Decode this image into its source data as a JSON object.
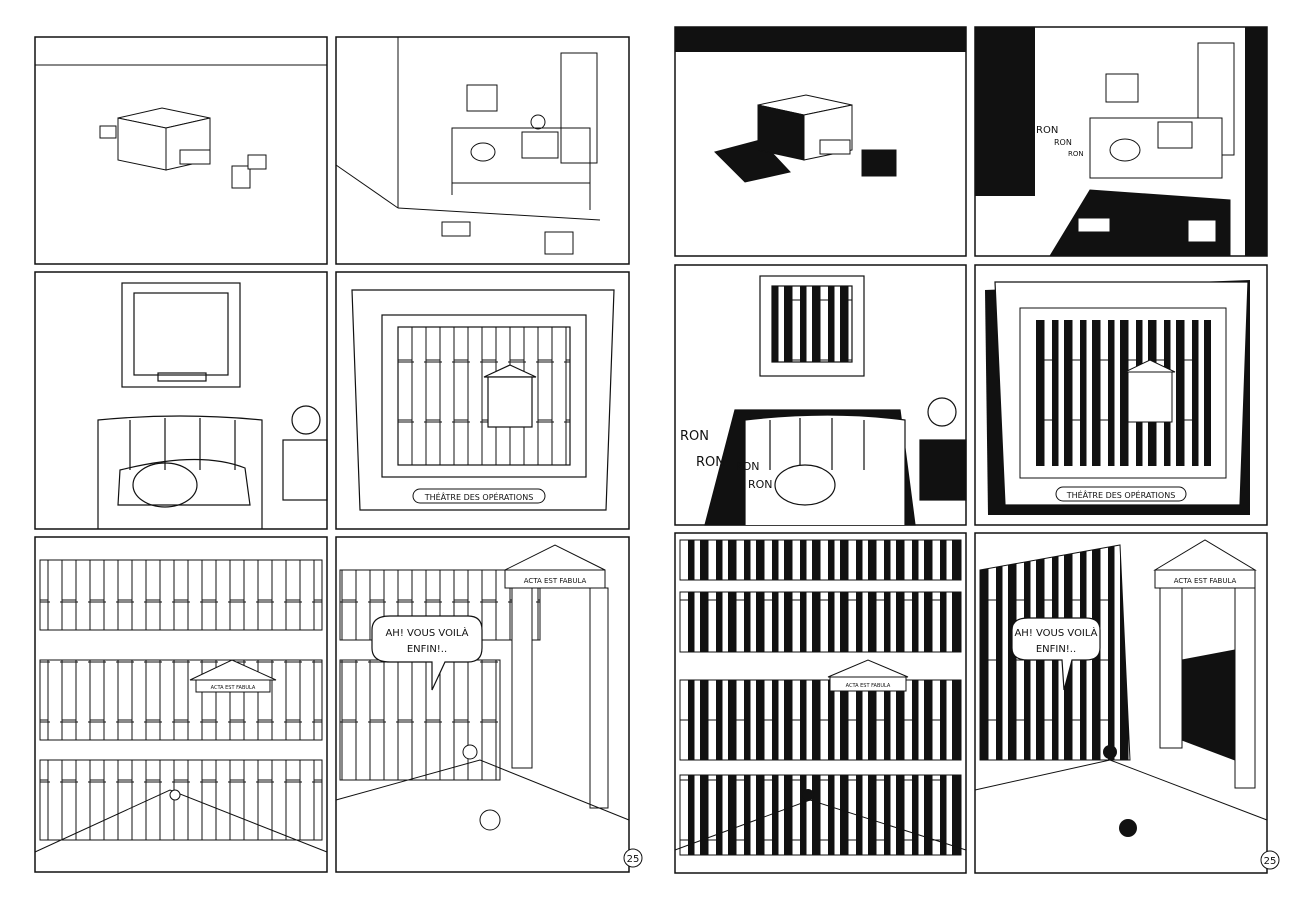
{
  "pages": [
    {
      "name": "left",
      "page_number": "25",
      "plate_label": "THÉÂTRE DES OPÉRATIONS",
      "pediment_text": "ACTA EST FABULA",
      "speech_line1": "AH! VOUS VOILÀ",
      "speech_line2": "ENFIN!.."
    },
    {
      "name": "right",
      "page_number": "25",
      "plate_label": "THÉÂTRE DES OPÉRATIONS",
      "pediment_text": "ACTA EST FABULA",
      "speech_line1": "AH! VOUS VOILÀ",
      "speech_line2": "ENFIN!..",
      "snore_words": [
        "RON",
        "RON",
        "RON",
        "RON",
        "RON",
        "RON",
        "RON"
      ]
    }
  ],
  "colors": {
    "paper": "#ffffff",
    "ink": "#111111"
  }
}
